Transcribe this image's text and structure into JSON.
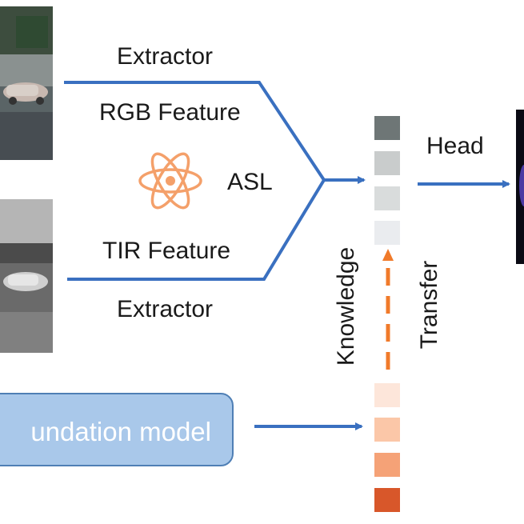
{
  "labels": {
    "extractor_top": "Extractor",
    "rgb_feature": "RGB Feature",
    "asl": "ASL",
    "tir_feature": "TIR Feature",
    "extractor_bottom": "Extractor",
    "head": "Head",
    "knowledge": "Knowledge",
    "transfer": "Transfer",
    "foundation_model": "undation model"
  },
  "icons": {
    "atom": "atom-icon"
  },
  "colors": {
    "line_blue": "#3a70c0",
    "dash_orange": "#f07a2a",
    "atom_orange": "#f4a06a",
    "foundation_fill": "#a9c8ea",
    "foundation_border": "#4f7fb5",
    "gray_tokens": [
      "#6e7676",
      "#c9cccc",
      "#d9dcdc",
      "#eaecef"
    ],
    "orange_tokens": [
      "#fde6da",
      "#fbc7a8",
      "#f5a277",
      "#d8572a"
    ]
  }
}
